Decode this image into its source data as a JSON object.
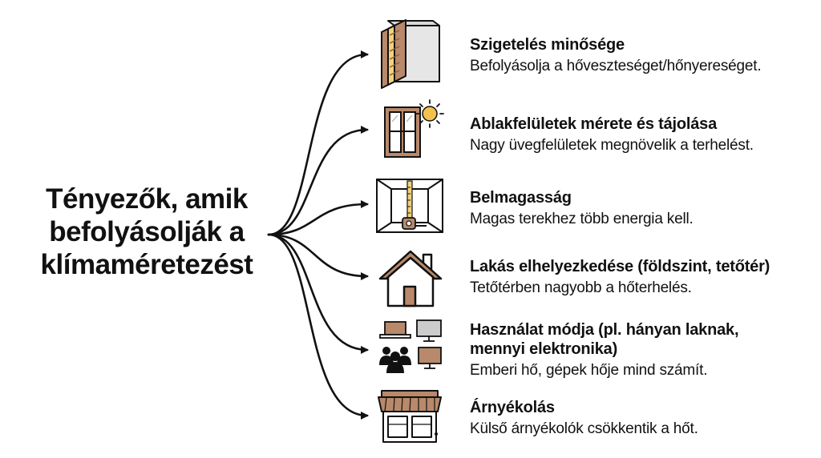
{
  "main": {
    "title_lines": [
      "Tényezők, amik",
      "befolyásolják a",
      "klímaméretezést"
    ]
  },
  "factors": [
    {
      "icon": "wall-insulation-icon",
      "title": "Szigetelés minősége",
      "desc": "Befolyásolja a hőveszteséget/hőnyereséget."
    },
    {
      "icon": "sunlit-window-icon",
      "title": "Ablakfelületek mérete és tájolása",
      "desc": "Nagy üvegfelületek megnövelik a terhelést."
    },
    {
      "icon": "room-height-tape-measure-icon",
      "title": "Belmagasság",
      "desc": "Magas terekhez több energia kell."
    },
    {
      "icon": "house-icon",
      "title": "Lakás elhelyezkedése (földszint, tetőtér)",
      "desc": "Tetőtérben nagyobb a hőterhelés."
    },
    {
      "icon": "people-and-electronics-icon",
      "title_lines": [
        "Használat módja (pl. hányan laknak,",
        "mennyi elektronika)"
      ],
      "desc": "Emberi hő, gépek hője mind számít."
    },
    {
      "icon": "shop-awning-icon",
      "title": "Árnyékolás",
      "desc": "Külső árnyékolók csökkentik a hőt."
    }
  ],
  "colors": {
    "line": "#111111",
    "wood": "#b8896a",
    "insulation": "#f2d27a",
    "sun": "#f2c14e",
    "screen": "#cccccc"
  }
}
